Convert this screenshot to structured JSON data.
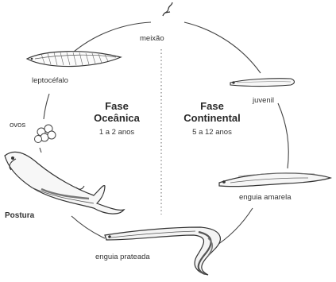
{
  "stages": {
    "meixao": "meixão",
    "leptocefalo": "leptocéfalo",
    "ovos": "ovos",
    "postura": "Postura",
    "enguia_prateada": "enguia prateada",
    "enguia_amarela": "enguia amarela",
    "juvenil": "juvenil"
  },
  "phases": {
    "oceanic": {
      "line1": "Fase",
      "line2": "Oceânica",
      "duration": "1 a 2 anos"
    },
    "continental": {
      "line1": "Fase",
      "line2": "Continental",
      "duration": "5 a 12 anos"
    }
  },
  "colors": {
    "stroke": "#333333",
    "cycle": "#444444",
    "text": "#333333"
  }
}
